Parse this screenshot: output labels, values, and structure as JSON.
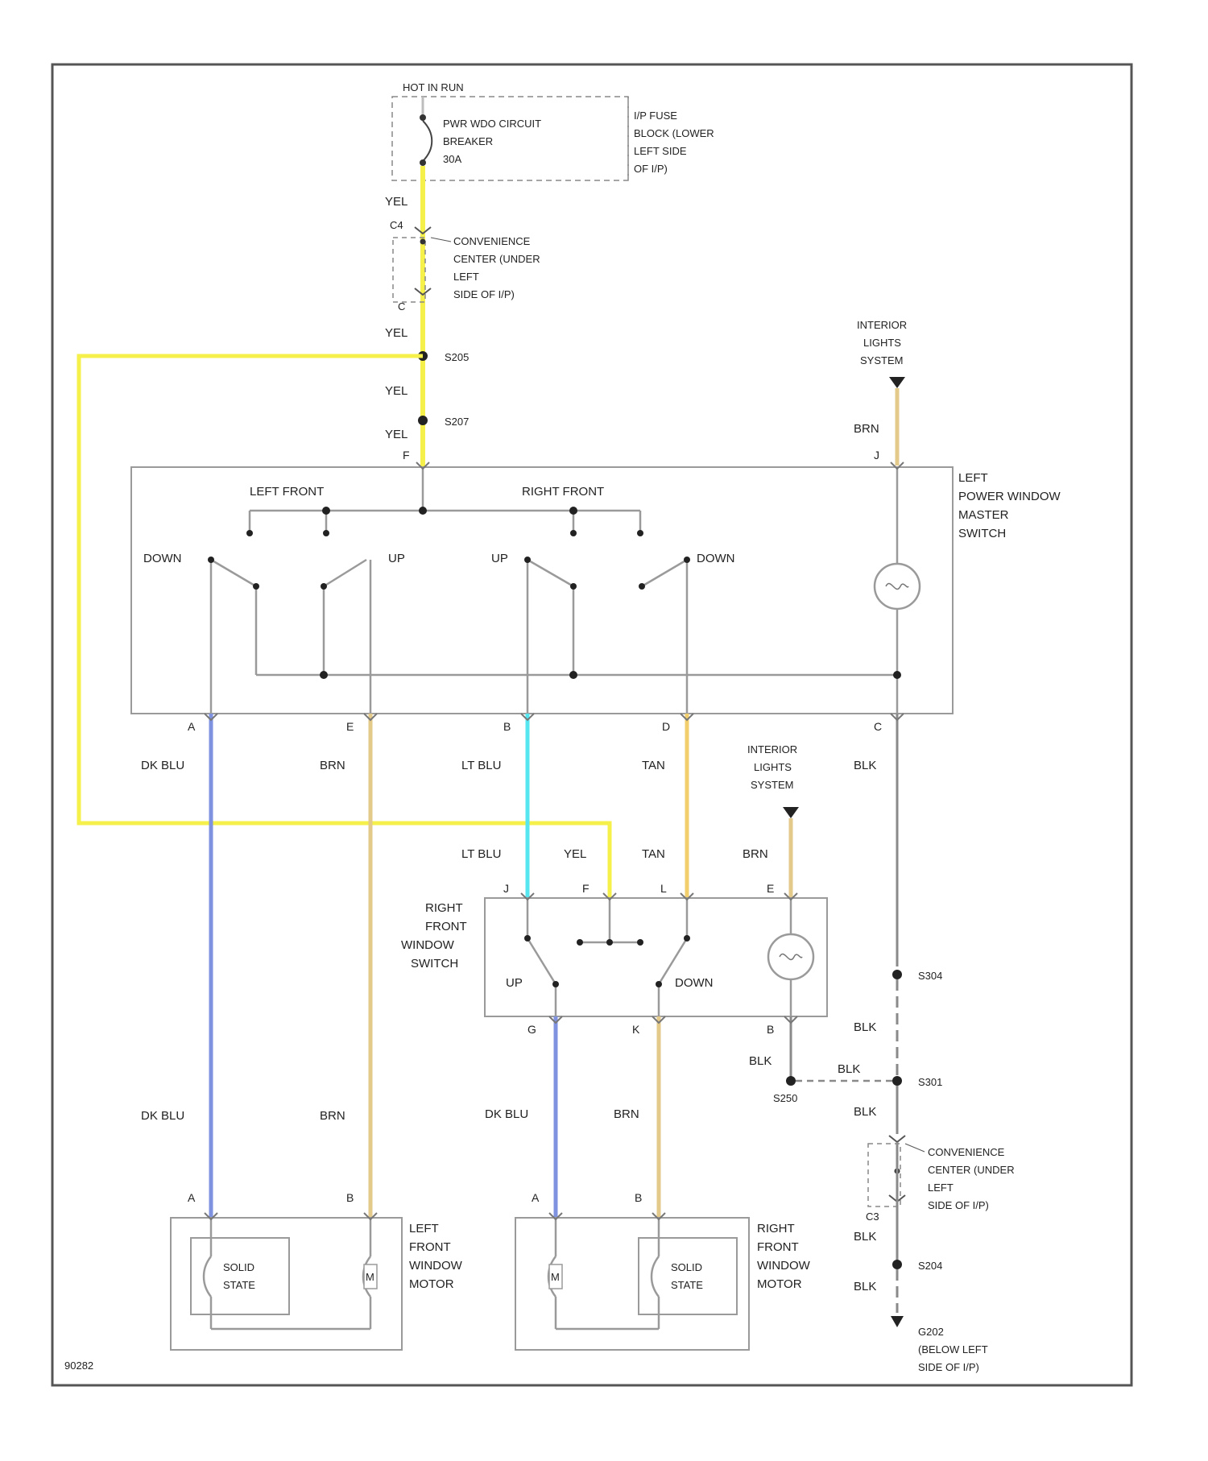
{
  "colors": {
    "yel": "#f5f04a",
    "brn": "#e3c98a",
    "dk_blu": "#7f92e0",
    "lt_blu": "#55e6f0",
    "tan": "#f2cf6c",
    "blk": "#8a8a8a",
    "frame": "#555555",
    "wire_gray": "#bdbdbd"
  },
  "top": {
    "hot_in_run": "HOT IN RUN",
    "cb_1": "PWR WDO CIRCUIT",
    "cb_2": "BREAKER",
    "cb_3": "30A",
    "fb_1": "I/P FUSE",
    "fb_2": "BLOCK (LOWER",
    "fb_3": "LEFT SIDE",
    "fb_4": "OF I/P)",
    "conn_pin": "C4",
    "conn_pin2": "C",
    "cc_1": "CONVENIENCE",
    "cc_2": "CENTER (UNDER",
    "cc_3": "LEFT",
    "cc_4": "SIDE OF I/P)",
    "s205": "S205",
    "s207": "S207"
  },
  "wires": {
    "yel": "YEL",
    "brn": "BRN",
    "dk_blu": "DK BLU",
    "lt_blu": "LT BLU",
    "tan": "TAN",
    "blk": "BLK"
  },
  "interior_1": {
    "l1": "INTERIOR",
    "l2": "LIGHTS",
    "l3": "SYSTEM"
  },
  "interior_2": {
    "l1": "INTERIOR",
    "l2": "LIGHTS",
    "l3": "SYSTEM"
  },
  "master": {
    "l1": "LEFT",
    "l2": "POWER WINDOW",
    "l3": "MASTER",
    "l4": "SWITCH",
    "left_front": "LEFT FRONT",
    "right_front": "RIGHT FRONT",
    "down": "DOWN",
    "up": "UP",
    "pins": {
      "top_f": "F",
      "top_j": "J",
      "a": "A",
      "e": "E",
      "b": "B",
      "d": "D",
      "c": "C"
    }
  },
  "rf_switch": {
    "l1": "RIGHT",
    "l2": "FRONT",
    "l3": "WINDOW",
    "l4": "SWITCH",
    "up": "UP",
    "down": "DOWN",
    "pins": {
      "j": "J",
      "f": "F",
      "l": "L",
      "e": "E",
      "g": "G",
      "k": "K",
      "b": "B"
    }
  },
  "ground": {
    "s304": "S304",
    "s301": "S301",
    "s250": "S250",
    "s204": "S204",
    "c3": "C3",
    "cc_1": "CONVENIENCE",
    "cc_2": "CENTER (UNDER",
    "cc_3": "LEFT",
    "cc_4": "SIDE OF I/P)",
    "g202_1": "G202",
    "g202_2": "(BELOW LEFT",
    "g202_3": "SIDE OF I/P)"
  },
  "lf_motor": {
    "l1": "LEFT",
    "l2": "FRONT",
    "l3": "WINDOW",
    "l4": "MOTOR",
    "ss1": "SOLID",
    "ss2": "STATE",
    "m": "M",
    "pin_a": "A",
    "pin_b": "B"
  },
  "rf_motor": {
    "l1": "RIGHT",
    "l2": "FRONT",
    "l3": "WINDOW",
    "l4": "MOTOR",
    "ss1": "SOLID",
    "ss2": "STATE",
    "m": "M",
    "pin_a": "A",
    "pin_b": "B"
  },
  "figure_id": "90282"
}
